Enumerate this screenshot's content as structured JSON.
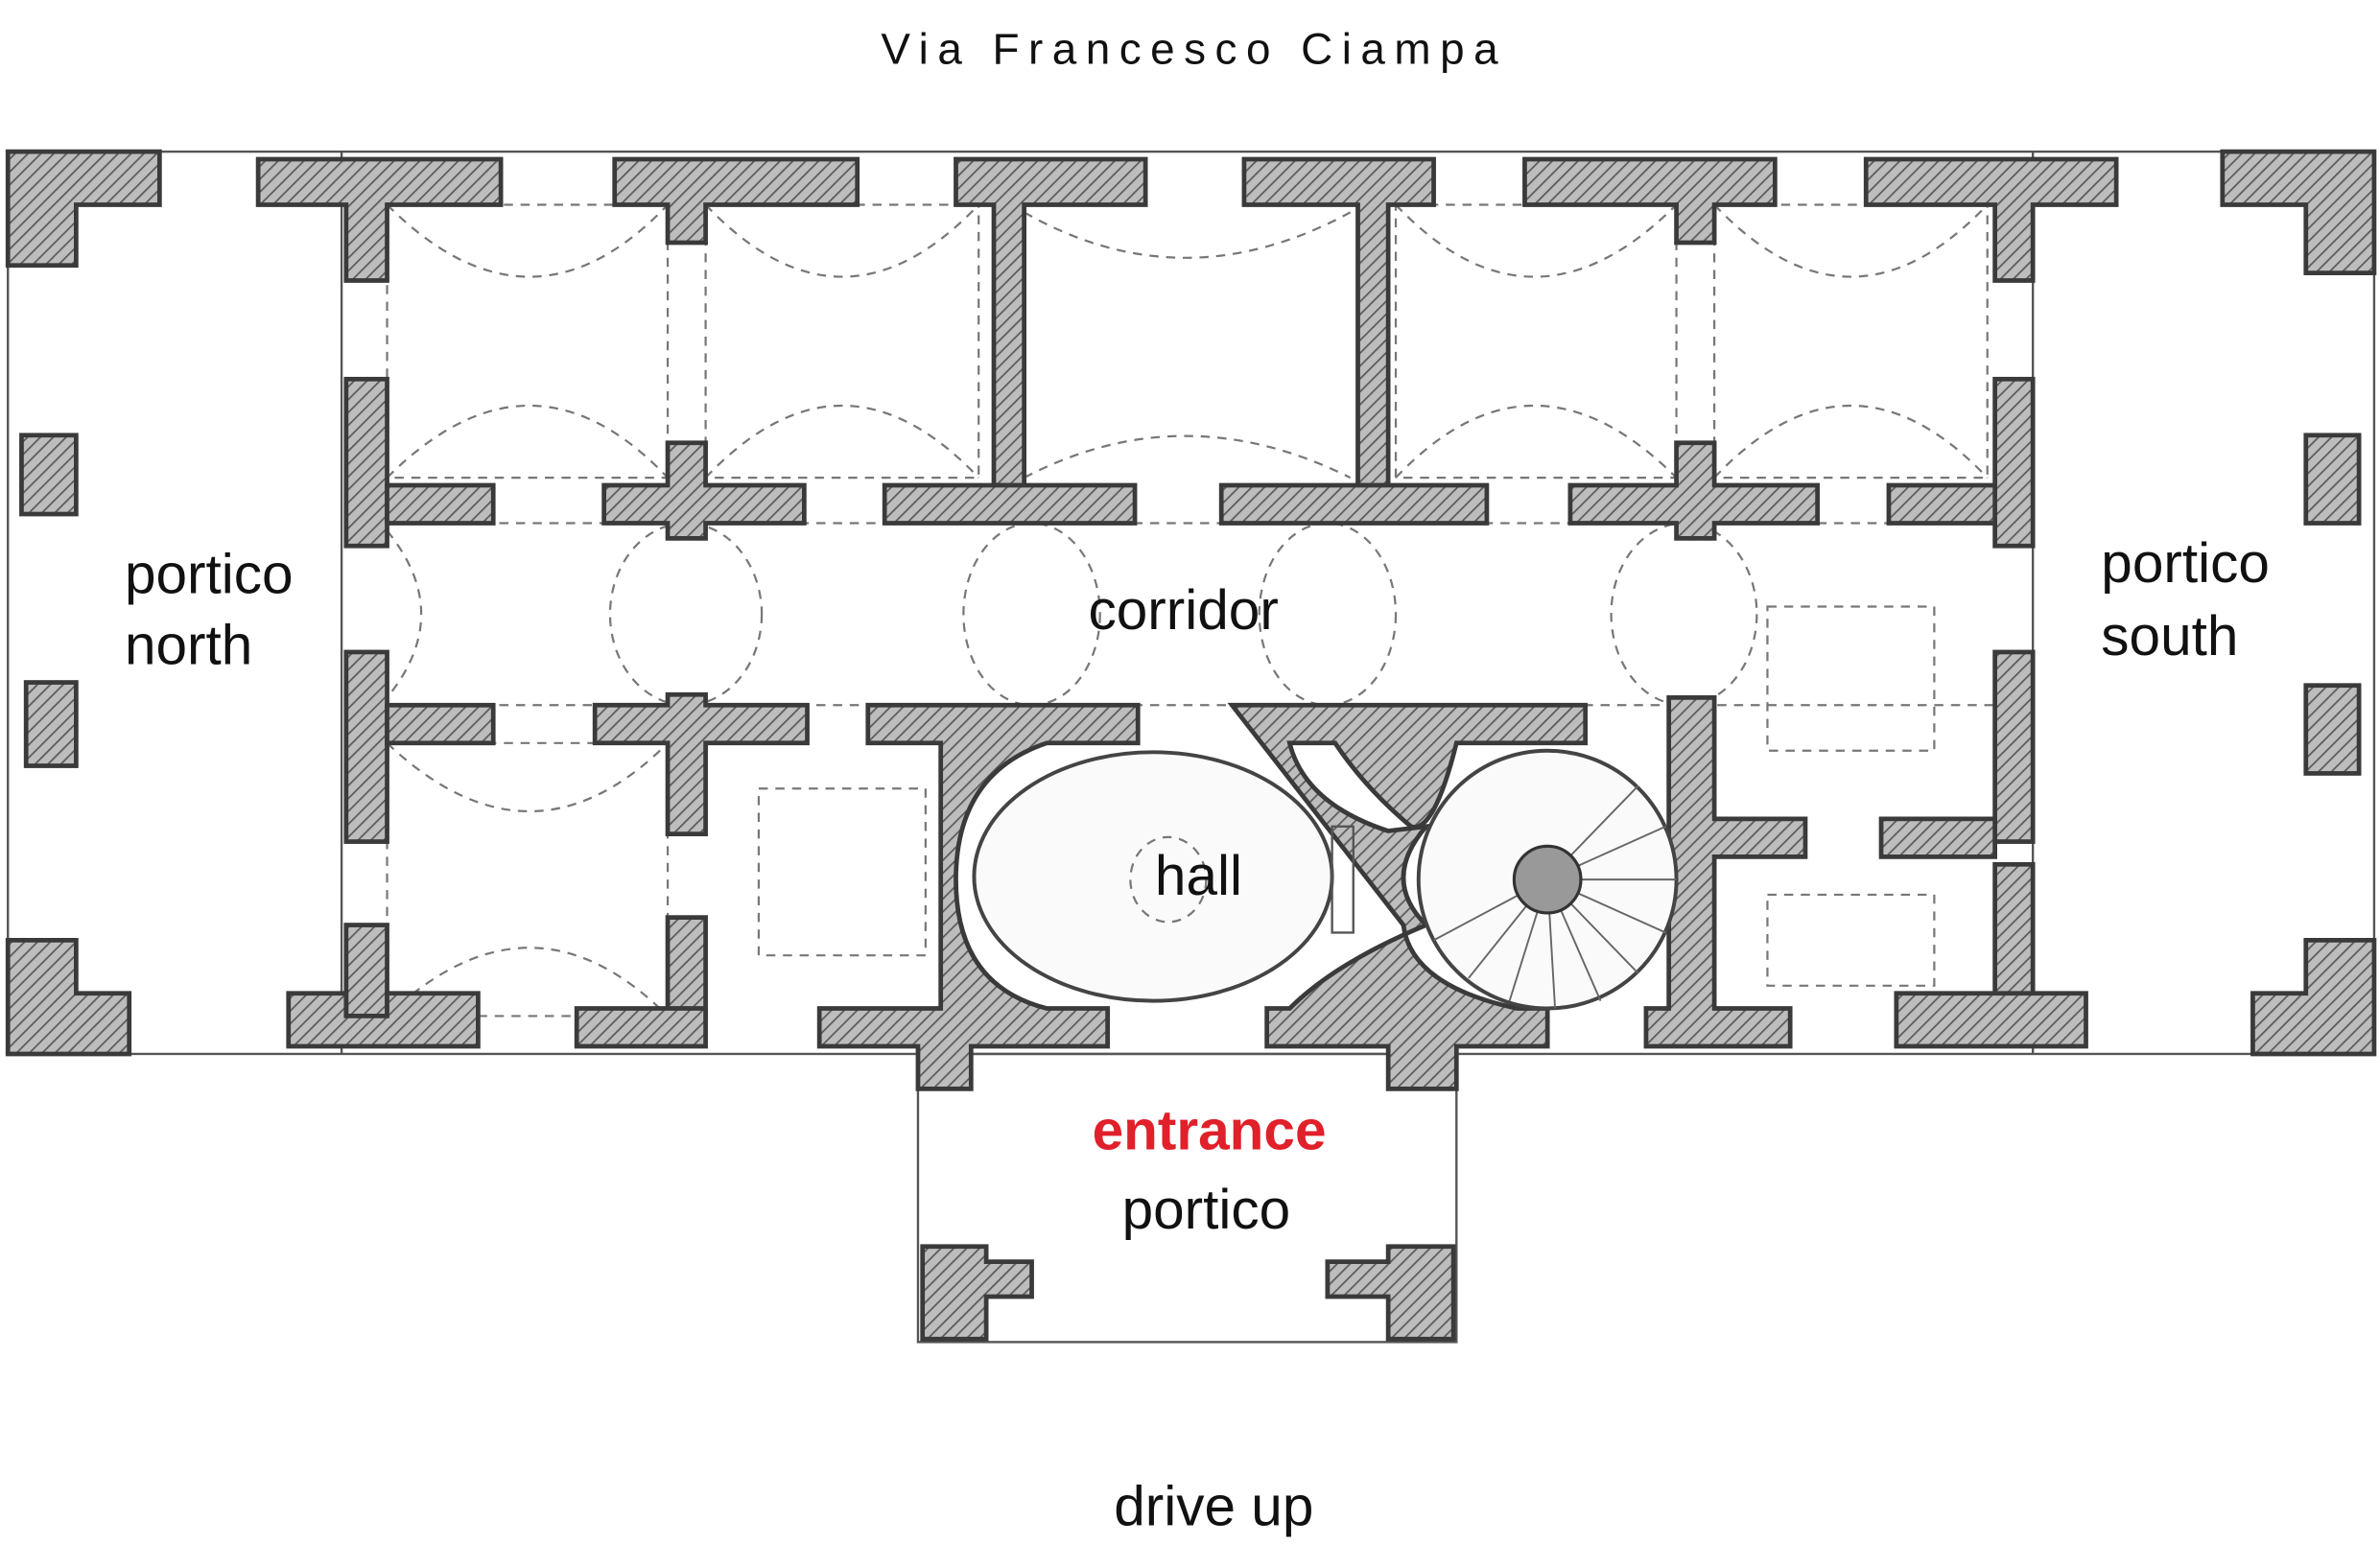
{
  "street_label": "Via Francesco Ciampa",
  "rooms": {
    "portico_north": [
      "portico",
      "north"
    ],
    "portico_south": [
      "portico",
      "south"
    ],
    "corridor": "corridor",
    "hall": "hall",
    "entrance": "entrance",
    "entrance_portico": "portico"
  },
  "approach_label": "drive up",
  "colors": {
    "entrance": "#e0202a",
    "wall": "#9a9a9a",
    "text": "#111111"
  }
}
